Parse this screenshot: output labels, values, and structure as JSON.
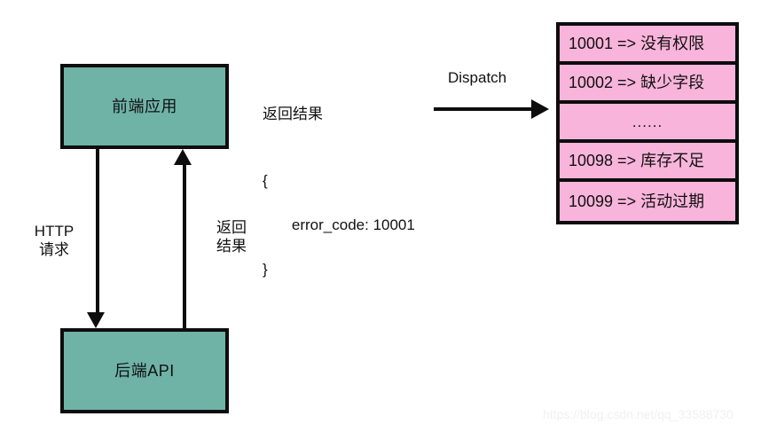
{
  "diagram": {
    "title": "Front-end / Back-end error code dispatch flow",
    "colors": {
      "process_fill": "#6FB3A7",
      "table_fill": "#F9B4DB",
      "stroke": "#0D0D0D",
      "text": "#111111",
      "watermark": "#F0F0F0"
    },
    "nodes": {
      "frontend": {
        "label": "前端应用"
      },
      "backend": {
        "label": "后端API"
      }
    },
    "edges": {
      "http_request": {
        "label_line1": "HTTP",
        "label_line2": "请求",
        "direction": "down"
      },
      "response": {
        "label_line1": "返回",
        "label_line2": "结果",
        "direction": "up"
      },
      "dispatch": {
        "label": "Dispatch",
        "direction": "right"
      }
    },
    "response_json": {
      "caption": "返回结果",
      "open_brace": "{",
      "field": "error_code: 10001",
      "close_brace": "}"
    },
    "error_table": {
      "rows": [
        {
          "text": "10001 => 没有权限"
        },
        {
          "text": "10002 => 缺少字段"
        },
        {
          "text": "......"
        },
        {
          "text": "10098 => 库存不足"
        },
        {
          "text": "10099 => 活动过期"
        }
      ]
    },
    "watermark": {
      "text": "https://blog.csdn.net/qq_33588730"
    }
  }
}
